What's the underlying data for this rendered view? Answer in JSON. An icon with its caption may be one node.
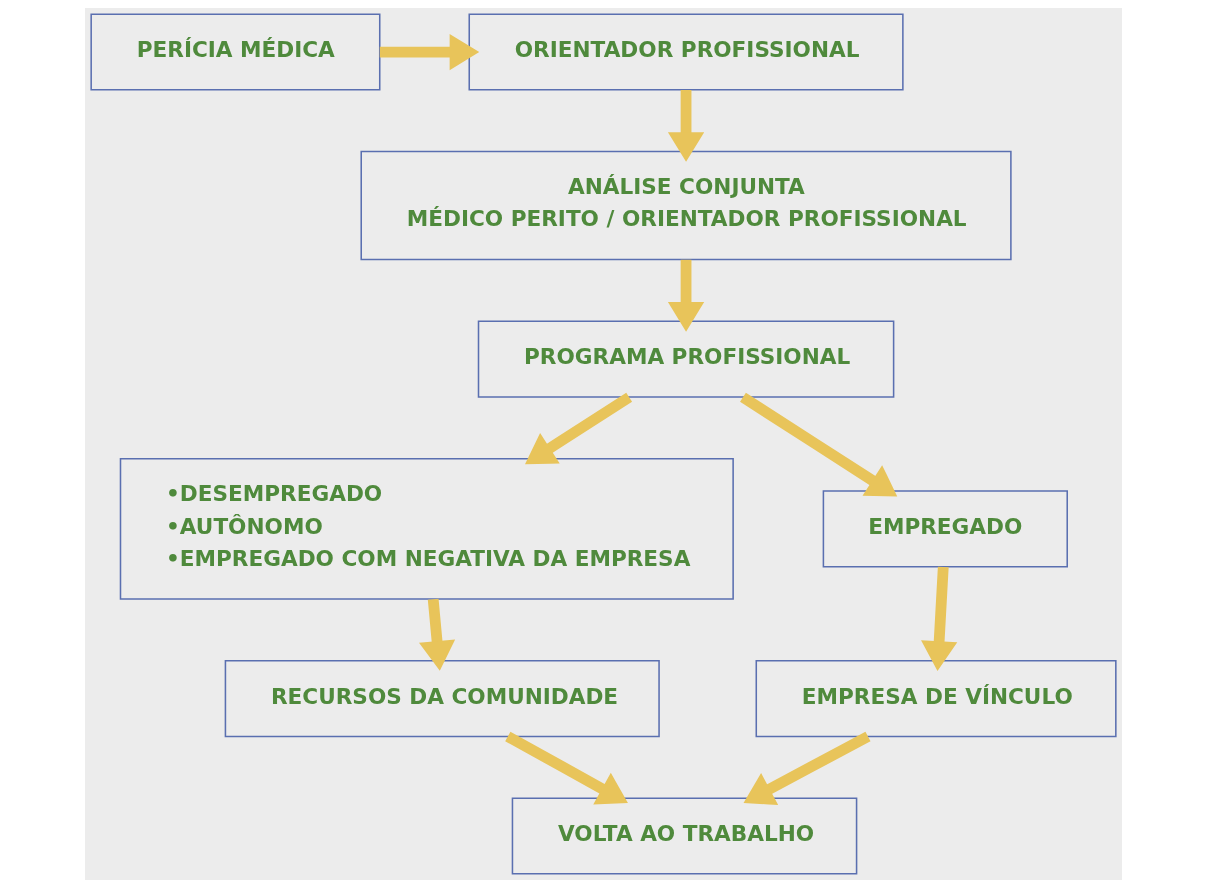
{
  "diagram": {
    "nodes": [
      {
        "text": [
          "PERÍCIA MÉDICA"
        ]
      },
      {
        "text": [
          "ORIENTADOR PROFISSIONAL"
        ]
      },
      {
        "text": [
          "ANÁLISE CONJUNTA",
          "MÉDICO PERITO / ORIENTADOR PROFISSIONAL"
        ]
      },
      {
        "text": [
          "PROGRAMA PROFISSIONAL"
        ]
      },
      {
        "text": [
          "•DESEMPREGADO",
          "•AUTÔNOMO",
          "•EMPREGADO COM NEGATIVA DA EMPRESA"
        ]
      },
      {
        "text": [
          "EMPREGADO"
        ]
      },
      {
        "text": [
          "RECURSOS DA COMUNIDADE"
        ]
      },
      {
        "text": [
          "EMPRESA DE VÍNCULO"
        ]
      },
      {
        "text": [
          "VOLTA AO TRABALHO"
        ]
      }
    ],
    "edges": [
      {
        "from": 0,
        "to": 1,
        "arrow": "to"
      },
      {
        "from": 1,
        "to": 2,
        "arrow": "to"
      },
      {
        "from": 2,
        "to": 3,
        "arrow": "to"
      },
      {
        "from": 3,
        "to": 4,
        "arrow": "to"
      },
      {
        "from": 3,
        "to": 5,
        "arrow": "to"
      },
      {
        "from": 4,
        "to": 6,
        "arrow": "to"
      },
      {
        "from": 5,
        "to": 7,
        "arrow": "to"
      },
      {
        "from": 6,
        "to": 8,
        "arrow": "to"
      },
      {
        "from": 7,
        "to": 8,
        "arrow": "to"
      }
    ]
  }
}
